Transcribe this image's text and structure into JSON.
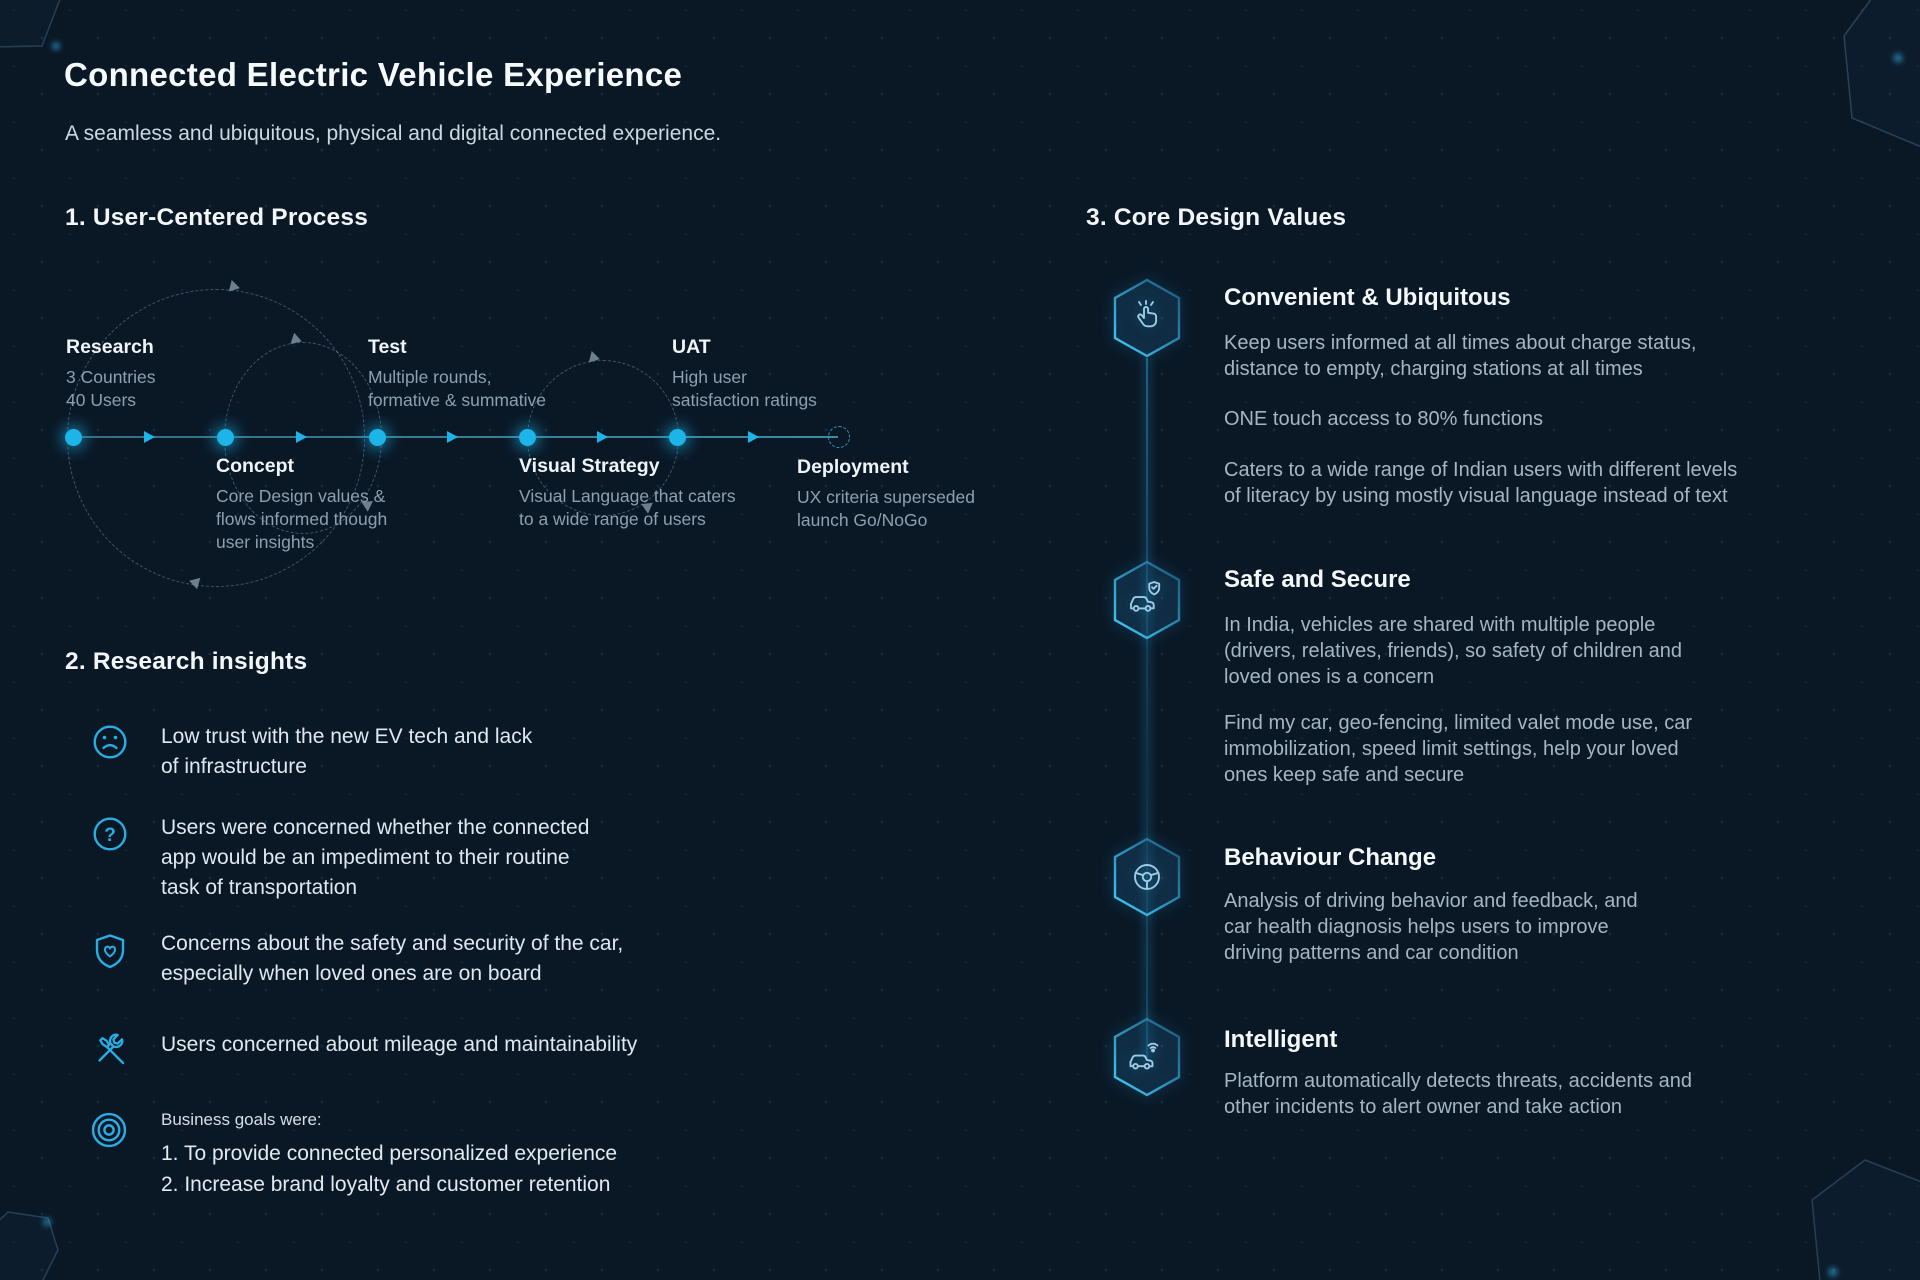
{
  "page": {
    "title": "Connected Electric Vehicle Experience",
    "subtitle": "A seamless and ubiquitous, physical and digital connected experience."
  },
  "accent": {
    "background": "#0a1826",
    "cyan": "#29ade3",
    "node_dot": "#1db4ea",
    "timeline_line": "#3f8296",
    "heading_text": "#f2f6f9",
    "body_text": "#a5b5c1"
  },
  "process": {
    "heading": "1. User-Centered Process",
    "stages": [
      {
        "name": "Research",
        "desc": "3 Countries\n40 Users"
      },
      {
        "name": "Concept",
        "desc": "Core Design values &\nflows informed though\nuser insights"
      },
      {
        "name": "Test",
        "desc": "Multiple rounds,\nformative & summative"
      },
      {
        "name": "Visual Strategy",
        "desc": "Visual Language that caters\nto a wide range of users"
      },
      {
        "name": "UAT",
        "desc": "High user\nsatisfaction ratings"
      },
      {
        "name": "Deployment",
        "desc": "UX criteria superseded\nlaunch Go/NoGo"
      }
    ]
  },
  "insights": {
    "heading": "2. Research insights",
    "items": [
      {
        "icon": "sad-face-icon",
        "text": "Low trust with the new EV tech and lack\nof infrastructure"
      },
      {
        "icon": "question-circle-icon",
        "text": "Users were concerned whether the connected\napp would be an impediment to their routine\ntask of transportation"
      },
      {
        "icon": "shield-heart-icon",
        "text": "Concerns about the safety and security of the car,\nespecially when loved ones are on board"
      },
      {
        "icon": "tools-icon",
        "text": "Users concerned about mileage and maintainability"
      },
      {
        "icon": "target-icon",
        "label": "Business goals were:",
        "goals": [
          "1. To provide connected personalized experience",
          "2. Increase brand loyalty and customer retention"
        ]
      }
    ]
  },
  "values": {
    "heading": "3. Core Design Values",
    "items": [
      {
        "icon": "tap-icon",
        "title": "Convenient & Ubiquitous",
        "paragraphs": [
          "Keep users informed at all times about charge status,\ndistance to empty, charging stations at all times",
          "ONE touch access to 80% functions",
          "Caters to a wide range of Indian users with different levels\nof literacy by using mostly visual language instead of text"
        ]
      },
      {
        "icon": "car-shield-icon",
        "title": "Safe and Secure",
        "paragraphs": [
          "In India, vehicles are shared with multiple people\n(drivers, relatives, friends), so safety of children and\nloved ones is a concern",
          "Find my car, geo-fencing, limited valet mode use, car\nimmobilization, speed limit settings, help your loved\nones keep safe and secure"
        ]
      },
      {
        "icon": "steering-wheel-icon",
        "title": "Behaviour Change",
        "paragraphs": [
          "Analysis of driving behavior and feedback, and\ncar health diagnosis helps users to improve\ndriving patterns and car condition"
        ]
      },
      {
        "icon": "car-wifi-icon",
        "title": "Intelligent",
        "paragraphs": [
          "Platform automatically detects threats, accidents and\nother incidents to alert owner and take action"
        ]
      }
    ]
  }
}
